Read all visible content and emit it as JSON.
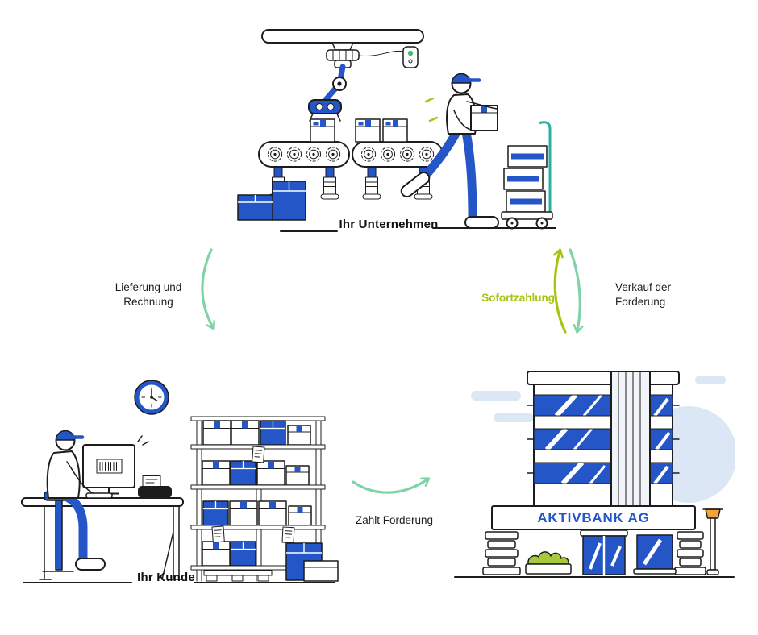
{
  "nodes": {
    "company": {
      "label": "Ihr Unternehmen"
    },
    "customer": {
      "label": "Ihr Kunde"
    },
    "bank": {
      "sign": "AKTIVBANK AG"
    }
  },
  "edges": {
    "delivery": {
      "line1": "Lieferung und",
      "line2": "Rechnung"
    },
    "instant_payment": {
      "label": "Sofortzahlung"
    },
    "sale_of_receivable": {
      "line1": "Verkauf der",
      "line2": "Forderung"
    },
    "pays_receivable": {
      "label": "Zahlt Forderung"
    }
  },
  "illustrations": {
    "company": "factory-scene",
    "customer": "customer-office-scene",
    "bank": "bank-building-scene"
  },
  "colors": {
    "brand_blue": "#2456c8",
    "outline": "#1c1c1c",
    "arrow_mint": "#7fd4a4",
    "lime_green": "#a9c410",
    "decor_light_blue": "#dce7f5",
    "truck_teal": "#2fae9b",
    "lamp_orange": "#f0a43c",
    "bush_green": "#a9c93d",
    "outlet_green": "#3bbf6e"
  }
}
